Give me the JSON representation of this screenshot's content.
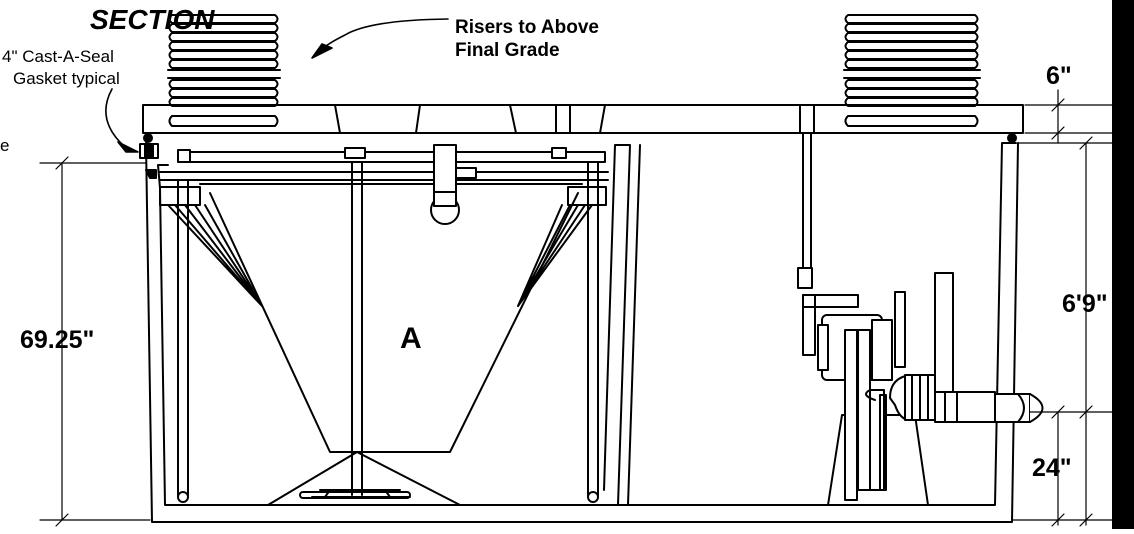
{
  "labels": {
    "section_title": "SECTION",
    "risers_line1": "Risers to Above",
    "risers_line2": "Final Grade",
    "gasket_line1": "4\" Cast-A-Seal",
    "gasket_line2": "Gasket typical",
    "edge_fragment": "e",
    "chamber_label": "A"
  },
  "dimensions": {
    "total_depth": "69.25\"",
    "lid_thickness": "6\"",
    "chamber_depth": "6'9\"",
    "outlet_height": "24\""
  }
}
